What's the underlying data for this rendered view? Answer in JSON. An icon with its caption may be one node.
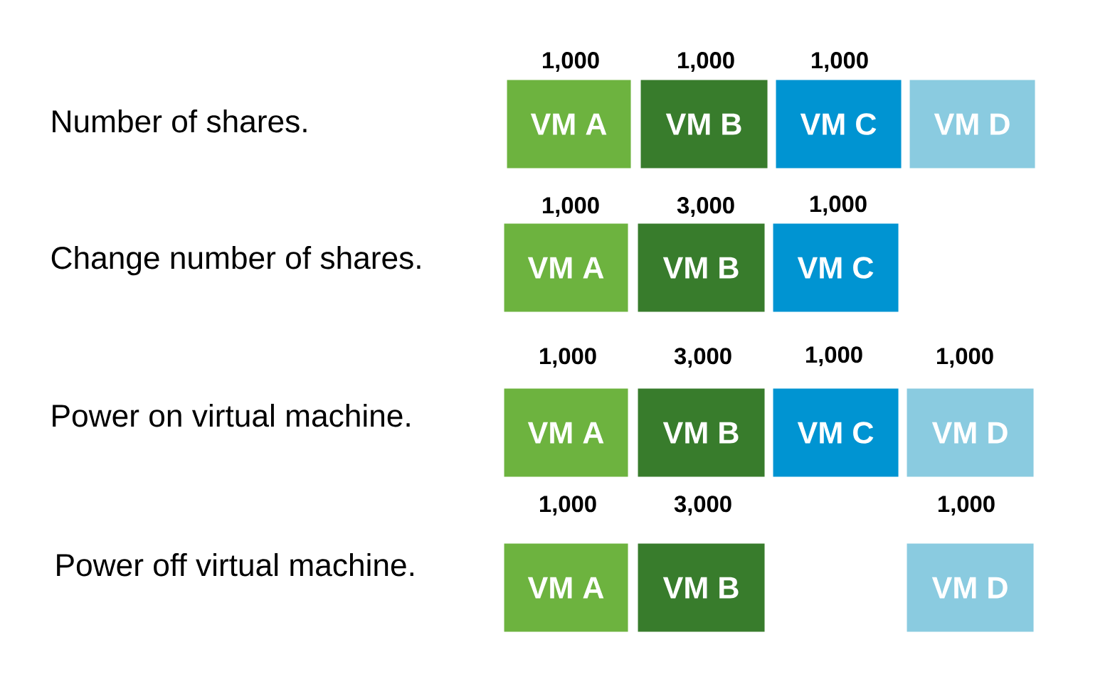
{
  "diagram": {
    "nodes": [
      {
        "text": [
          "VM A"
        ],
        "beside": [
          "1,000"
        ]
      },
      {
        "text": [
          "VM B"
        ],
        "beside": [
          "1,000"
        ]
      },
      {
        "text": [
          "VM C"
        ],
        "beside": [
          "1,000"
        ]
      },
      {
        "text": [
          "VM D"
        ]
      },
      {
        "text": [
          "VM A"
        ],
        "beside": [
          "1,000"
        ]
      },
      {
        "text": [
          "VM B"
        ],
        "beside": [
          "3,000"
        ]
      },
      {
        "text": [
          "VM C"
        ],
        "beside": [
          "1,000"
        ]
      },
      {
        "text": [
          "VM A"
        ],
        "beside": [
          "1,000"
        ]
      },
      {
        "text": [
          "VM B"
        ],
        "beside": [
          "3,000"
        ]
      },
      {
        "text": [
          "VM C"
        ],
        "beside": [
          "1,000"
        ]
      },
      {
        "text": [
          "VM D"
        ],
        "beside": [
          "1,000"
        ]
      },
      {
        "text": [
          "VM A"
        ],
        "beside": [
          "1,000"
        ]
      },
      {
        "text": [
          "VM B"
        ],
        "beside": [
          "3,000"
        ]
      },
      {
        "text": [
          "VM D"
        ],
        "beside": [
          "1,000"
        ]
      }
    ],
    "labels": [
      "Number of shares.",
      "Change number of shares.",
      "Power on virtual machine.",
      "Power off virtual machine."
    ]
  }
}
